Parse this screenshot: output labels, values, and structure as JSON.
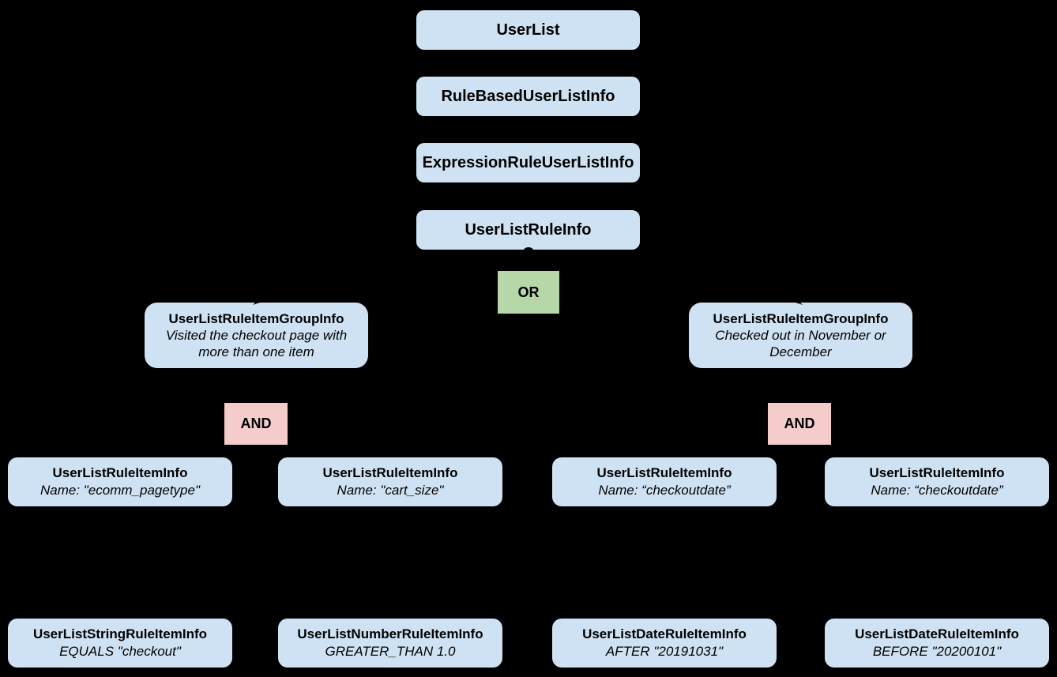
{
  "diagram": {
    "background_color": "#000000",
    "node_fill_color": "#cfe2f3",
    "or_fill_color": "#b6d7a8",
    "and_fill_color": "#f4cccc",
    "text_color": "#000000",
    "chain": [
      {
        "title": "UserList"
      },
      {
        "title": "RuleBasedUserListInfo"
      },
      {
        "title": "ExpressionRuleUserListInfo"
      },
      {
        "title": "UserListRuleInfo"
      }
    ],
    "operators": {
      "or_label": "OR",
      "and_left_label": "AND",
      "and_right_label": "AND"
    },
    "groups": [
      {
        "title": "UserListRuleItemGroupInfo",
        "description": "Visited the checkout page with more than one item"
      },
      {
        "title": "UserListRuleItemGroupInfo",
        "description": "Checked out in November or December"
      }
    ],
    "rule_items": [
      {
        "title": "UserListRuleItemInfo",
        "subtitle": "Name: \"ecomm_pagetype\""
      },
      {
        "title": "UserListRuleItemInfo",
        "subtitle": "Name: \"cart_size\""
      },
      {
        "title": "UserListRuleItemInfo",
        "subtitle": "Name: “checkoutdate”"
      },
      {
        "title": "UserListRuleItemInfo",
        "subtitle": "Name: “checkoutdate”"
      }
    ],
    "leaf_items": [
      {
        "title": "UserListStringRuleItemInfo",
        "subtitle": "EQUALS \"checkout\""
      },
      {
        "title": "UserListNumberRuleItemInfo",
        "subtitle": "GREATER_THAN 1.0"
      },
      {
        "title": "UserListDateRuleItemInfo",
        "subtitle": "AFTER \"20191031\""
      },
      {
        "title": "UserListDateRuleItemInfo",
        "subtitle": "BEFORE \"20200101\""
      }
    ]
  }
}
